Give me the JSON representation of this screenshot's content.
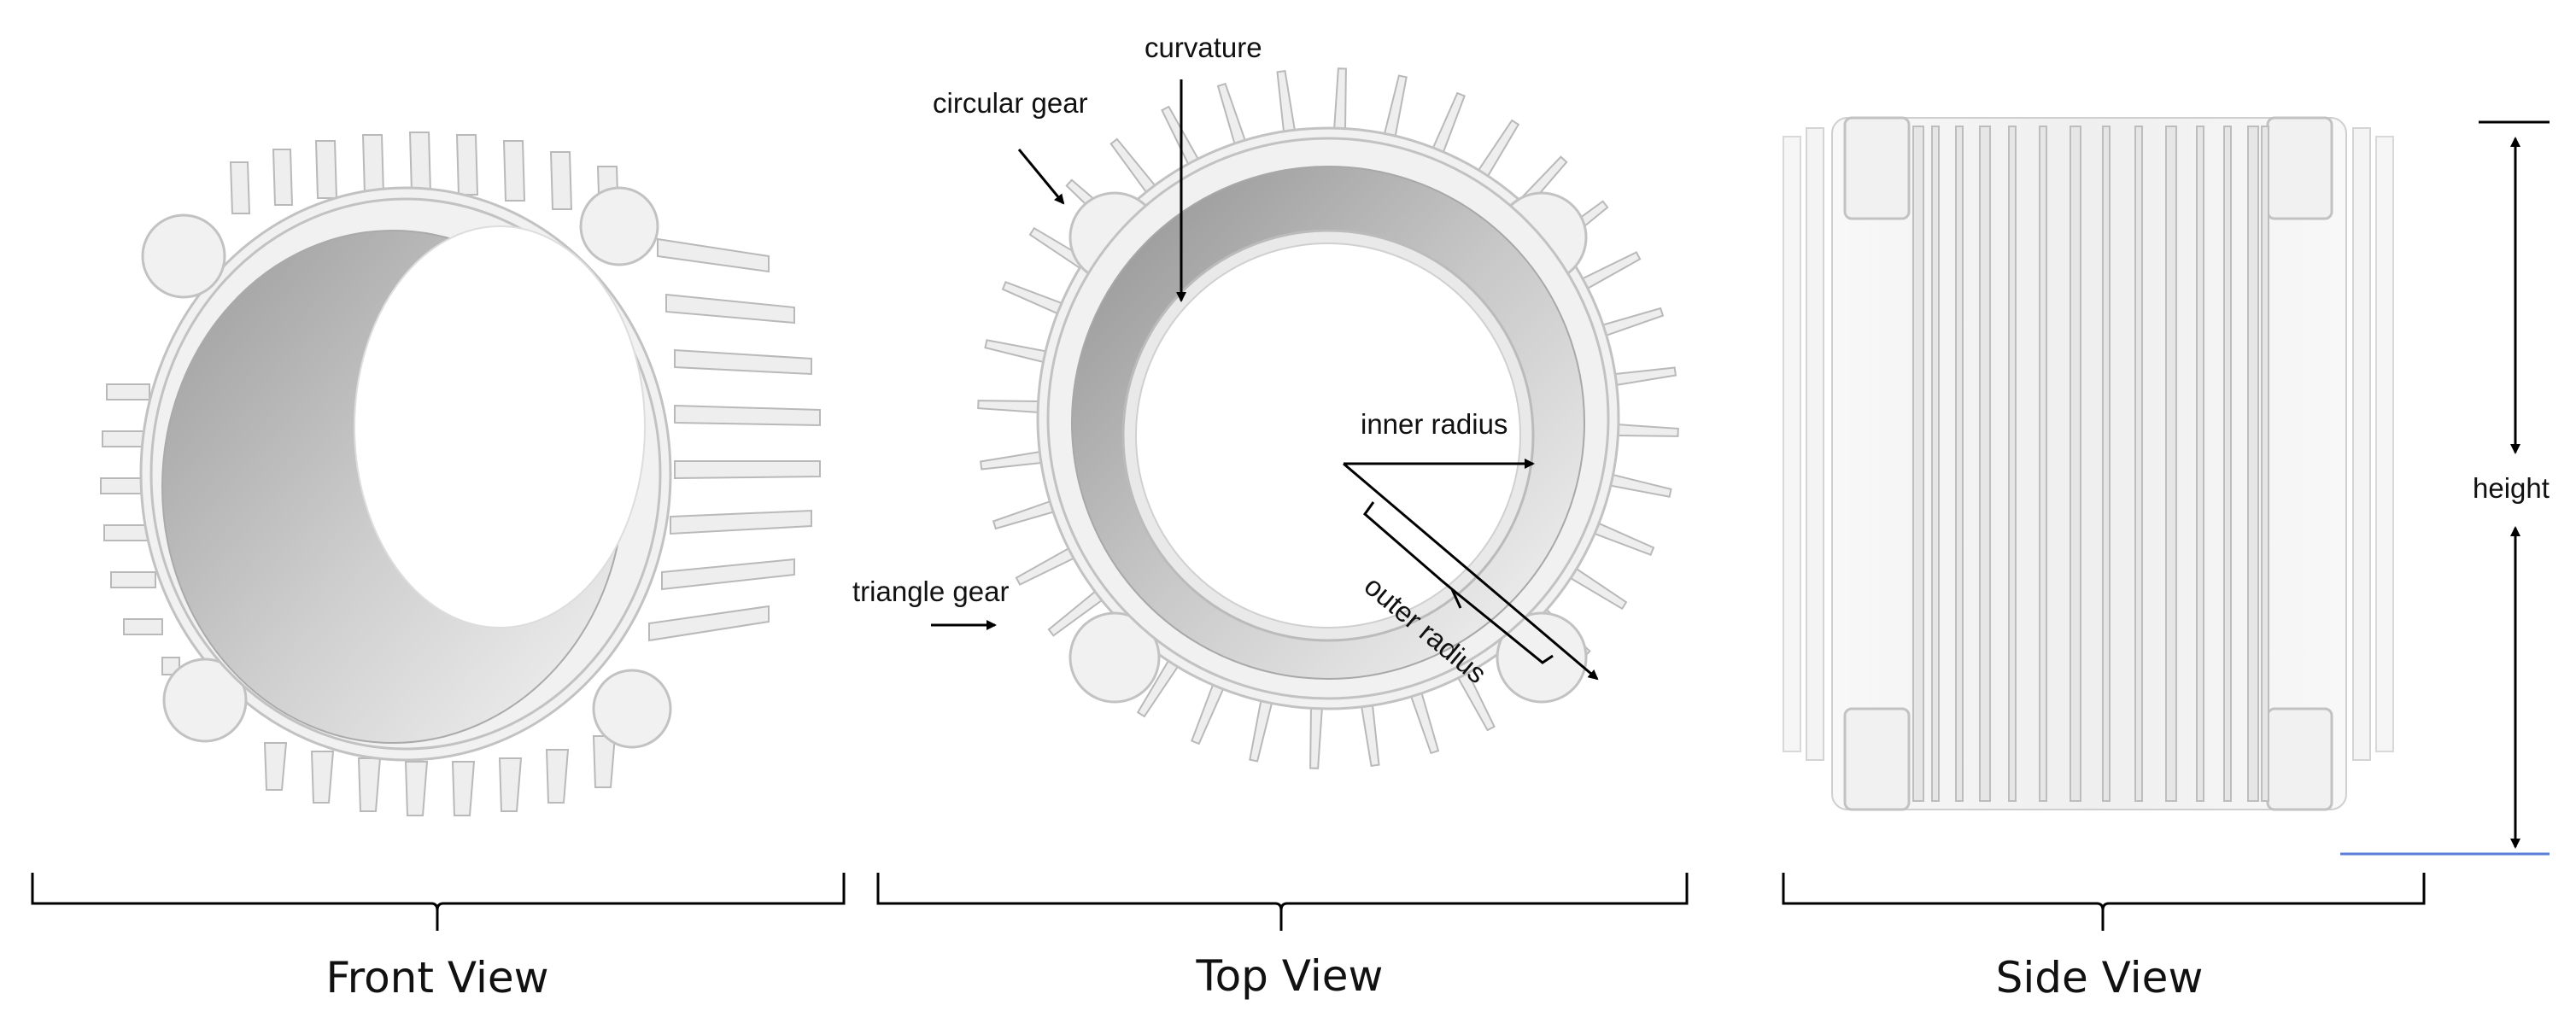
{
  "figure": {
    "view_labels": {
      "front": "Front View",
      "top": "Top View",
      "side": "Side View"
    },
    "annotations": {
      "curvature": "curvature",
      "circular_gear": "circular gear",
      "triangle_gear": "triangle gear",
      "inner_radius": "inner radius",
      "outer_radius": "outer radius",
      "height": "height"
    },
    "colors": {
      "part_fill": "#f1f1f1",
      "part_edge": "#c2c2c2",
      "height_baseline": "#5b7fd6"
    }
  }
}
